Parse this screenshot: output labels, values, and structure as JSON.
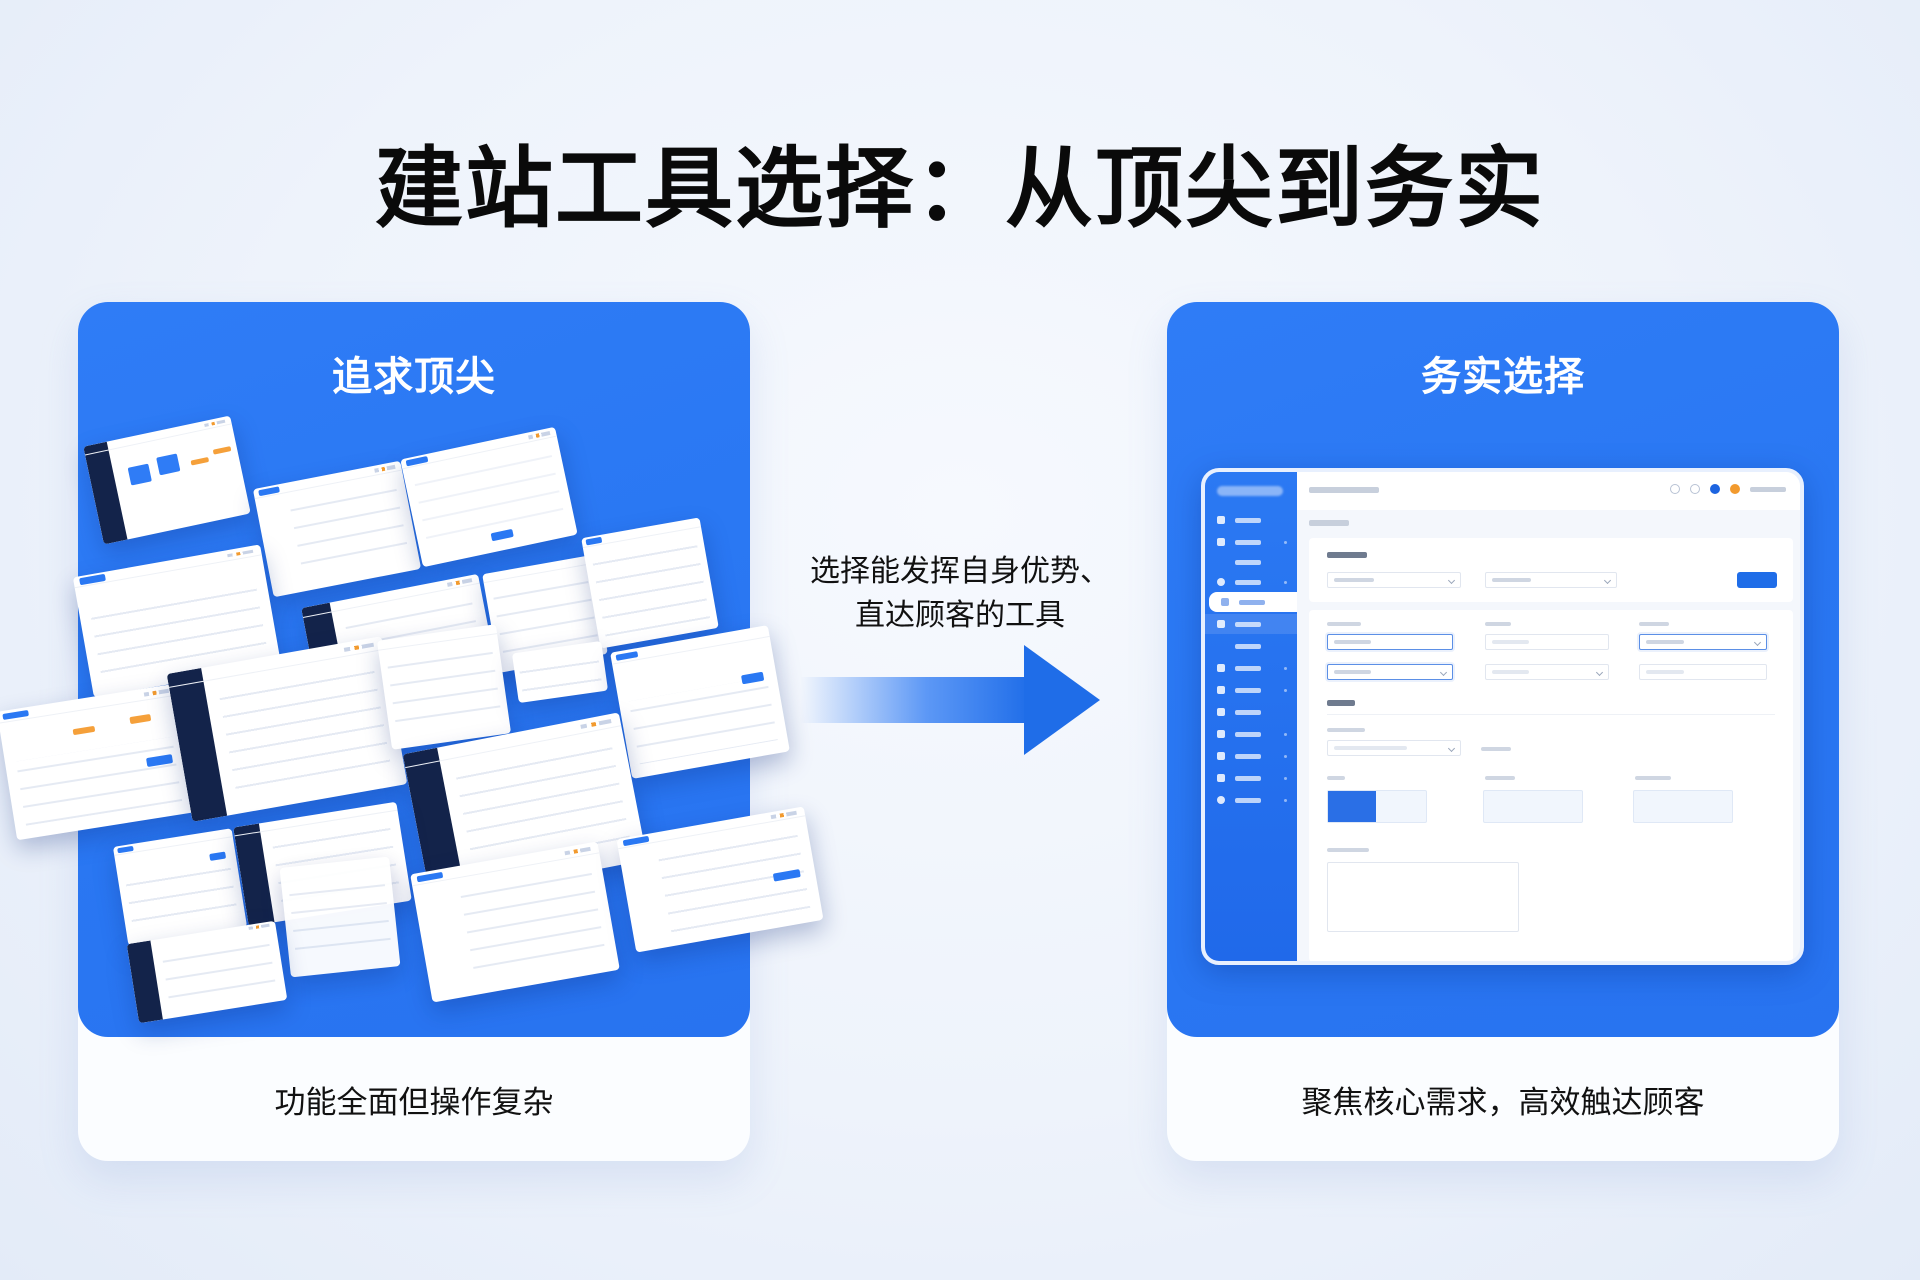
{
  "title": "建站工具选择：从顶尖到务实",
  "left_panel": {
    "heading": "追求顶尖",
    "caption": "功能全面但操作复杂",
    "illustration": "collage-of-complex-dashboard-screens"
  },
  "middle": {
    "text_line1": "选择能发挥自身优势、",
    "text_line2": "直达顾客的工具",
    "arrow_icon": "arrow-right-icon"
  },
  "right_panel": {
    "heading": "务实选择",
    "caption": "聚焦核心需求，高效触达顾客",
    "illustration": "single-clean-admin-form-screen"
  },
  "colors": {
    "panel_blue": "#2a78f3",
    "arrow_blue": "#1f6de8",
    "caption_bg": "#fbfdff",
    "page_bg": "#eef3fb",
    "title_text": "#0a0a0a"
  }
}
